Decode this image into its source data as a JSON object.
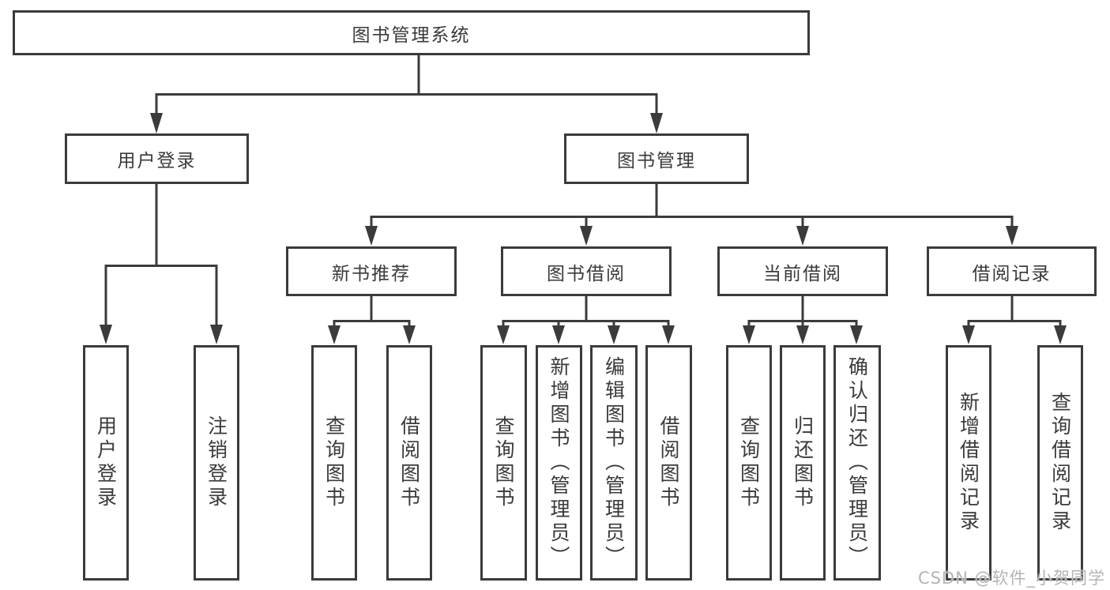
{
  "colors": {
    "line": "#3b3b3b",
    "text": "#3a3a3a",
    "box_background": "#ffffff",
    "watermark": "#b4b4b4"
  },
  "tree": {
    "root": {
      "label": "图书管理系统"
    },
    "branches": [
      {
        "label": "用户登录",
        "children": [
          {
            "label": "用户登录"
          },
          {
            "label": "注销登录"
          }
        ]
      },
      {
        "label": "图书管理",
        "children": [
          {
            "label": "新书推荐",
            "children": [
              {
                "label": "查询图书"
              },
              {
                "label": "借阅图书"
              }
            ]
          },
          {
            "label": "图书借阅",
            "children": [
              {
                "label": "查询图书"
              },
              {
                "label": "新增图书（管理员）"
              },
              {
                "label": "编辑图书（管理员）"
              },
              {
                "label": "借阅图书"
              }
            ]
          },
          {
            "label": "当前借阅",
            "children": [
              {
                "label": "查询图书"
              },
              {
                "label": "归还图书"
              },
              {
                "label": "确认归还（管理员）"
              }
            ]
          },
          {
            "label": "借阅记录",
            "children": [
              {
                "label": "新增借阅记录"
              },
              {
                "label": "查询借阅记录"
              }
            ]
          }
        ]
      }
    ]
  },
  "watermark": {
    "text": "CSDN @软件_小贺同学"
  }
}
